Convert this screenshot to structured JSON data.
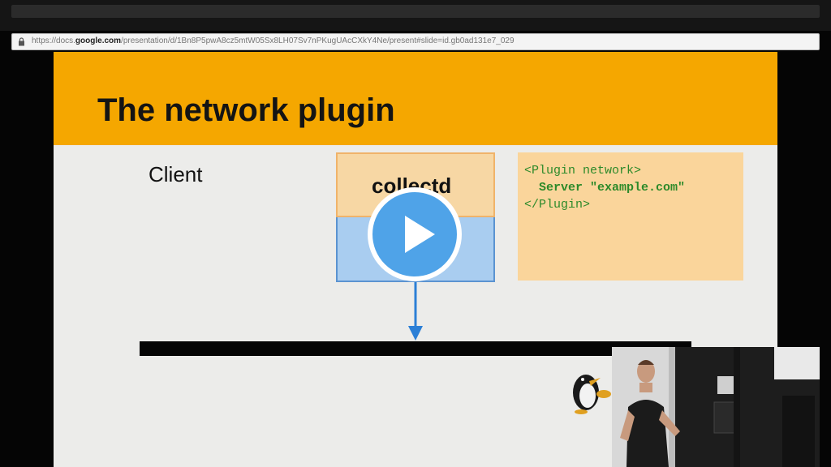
{
  "browser": {
    "url_prefix": "https://docs.",
    "url_domain": "google.com",
    "url_path": "/presentation/d/1Bn8P5pwA8cz5mtW05Sx8LH07Sv7nPKugUAcCXkY4Ne/present#slide=id.gb0ad131e7_029"
  },
  "slide": {
    "title": "The network plugin",
    "client_label": "Client",
    "box_top_label": "collectd",
    "code_lines": [
      "<Plugin network>",
      "  Server \"example.com\"",
      "</Plugin>"
    ]
  },
  "video": {
    "play_icon": "play-icon"
  },
  "colors": {
    "title_band": "#f5a700",
    "box_top": "#f7d7a4",
    "box_bottom": "#a9cdf0",
    "code_bg": "#fad59b",
    "code_text": "#2d8a2a",
    "arrow": "#2b7fd6",
    "play_button": "#4fa3e8"
  }
}
